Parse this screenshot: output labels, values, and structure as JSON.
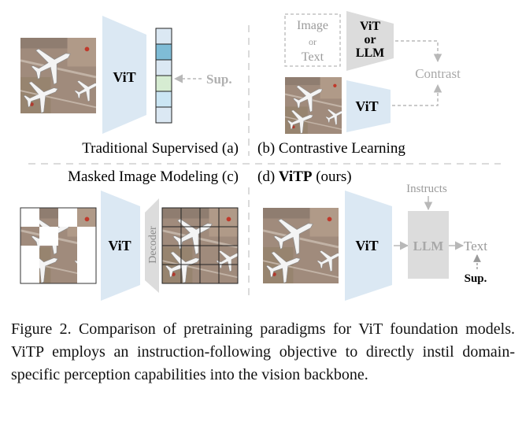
{
  "figure": {
    "panel_a": {
      "encoder_label": "ViT",
      "supervision_label": "Sup.",
      "title": "Traditional Supervised (a)"
    },
    "panel_b": {
      "input_label_line1": "Image",
      "input_label_line2": "or",
      "input_label_line3": "Text",
      "text_encoder_line1": "ViT",
      "text_encoder_line2": "or",
      "text_encoder_line3": "LLM",
      "image_encoder_label": "ViT",
      "objective_label": "Contrast",
      "title": "(b) Contrastive Learning"
    },
    "panel_c": {
      "title": "Masked Image Modeling (c)",
      "encoder_label": "ViT",
      "decoder_label": "Decoder"
    },
    "panel_d": {
      "title_prefix": "(d) ",
      "title_bold": "ViTP",
      "title_suffix": " (ours)",
      "encoder_label": "ViT",
      "llm_label": "LLM",
      "instructs_label": "Instructs",
      "output_label": "Text",
      "supervision_label": "Sup."
    },
    "colors": {
      "vit_blue": "#dbe8f3",
      "feature_dark": "#7fbcd6",
      "feature_green": "#d6ecd2",
      "feature_light": "#cbe6f4",
      "gray_block": "#dcdcdc",
      "arrow_gray": "#b8b8b8"
    }
  },
  "caption": {
    "text": "Figure 2.  Comparison of pretraining paradigms for ViT foundation models. ViTP employs an instruction-following objective to directly instil domain-specific perception capabilities into the vision backbone."
  }
}
